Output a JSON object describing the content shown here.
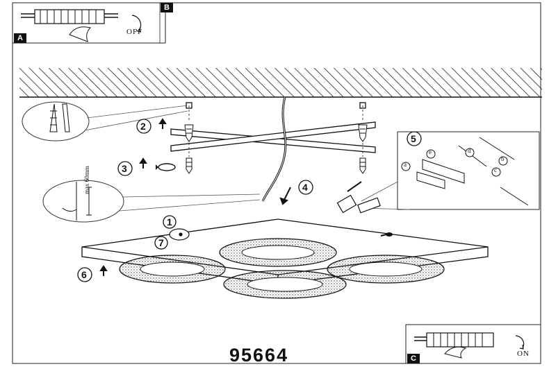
{
  "panels": {
    "a": {
      "tag": "A",
      "switch_text": "OFF"
    },
    "b": {
      "tag": "B"
    },
    "c": {
      "tag": "C",
      "switch_text": "ON"
    }
  },
  "steps": [
    "1",
    "2",
    "3",
    "4",
    "5",
    "6",
    "7"
  ],
  "detail_labels": [
    "a",
    "b",
    "c",
    "d",
    "e"
  ],
  "dimension_text": "max 60mm",
  "model_number": "95664"
}
